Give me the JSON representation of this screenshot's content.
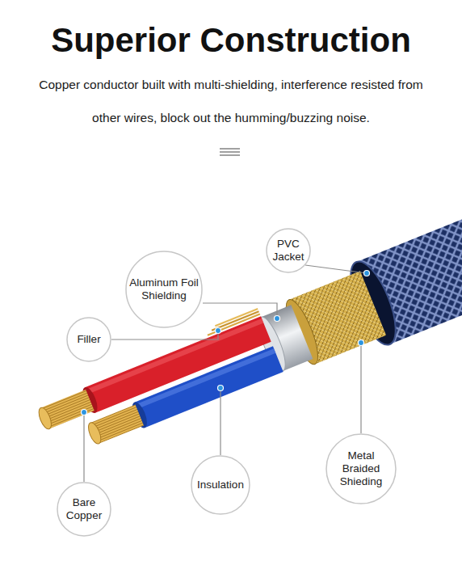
{
  "diagram": {
    "title": "Superior Construction",
    "caption": "Copper conductor built with multi-shielding, interference resisted from other wires, block out the humming/buzzing noise.",
    "nodes": [
      {
        "text": [
          "PVC Jacket"
        ]
      },
      {
        "text": [
          "Aluminum Foil Shielding"
        ]
      },
      {
        "text": [
          "Filler"
        ]
      },
      {
        "text": [
          "Metal Braided Shieding"
        ]
      },
      {
        "text": [
          "Insulation"
        ]
      },
      {
        "text": [
          "Bare Copper"
        ]
      }
    ]
  }
}
